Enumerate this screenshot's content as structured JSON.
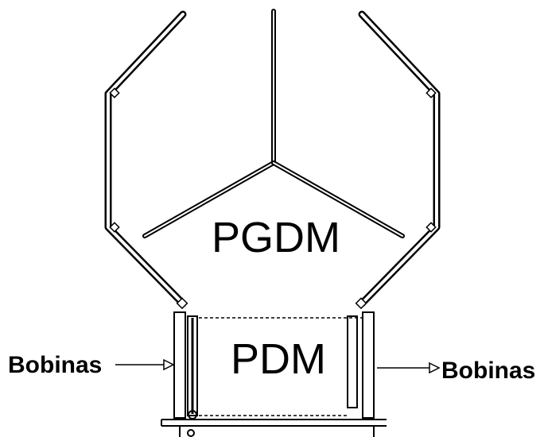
{
  "labels": {
    "pgdm": "PGDM",
    "pdm": "PDM",
    "bobinas_left": "Bobinas",
    "bobinas_right": "Bobinas"
  },
  "colors": {
    "line": "#000000",
    "background": "#ffffff"
  }
}
